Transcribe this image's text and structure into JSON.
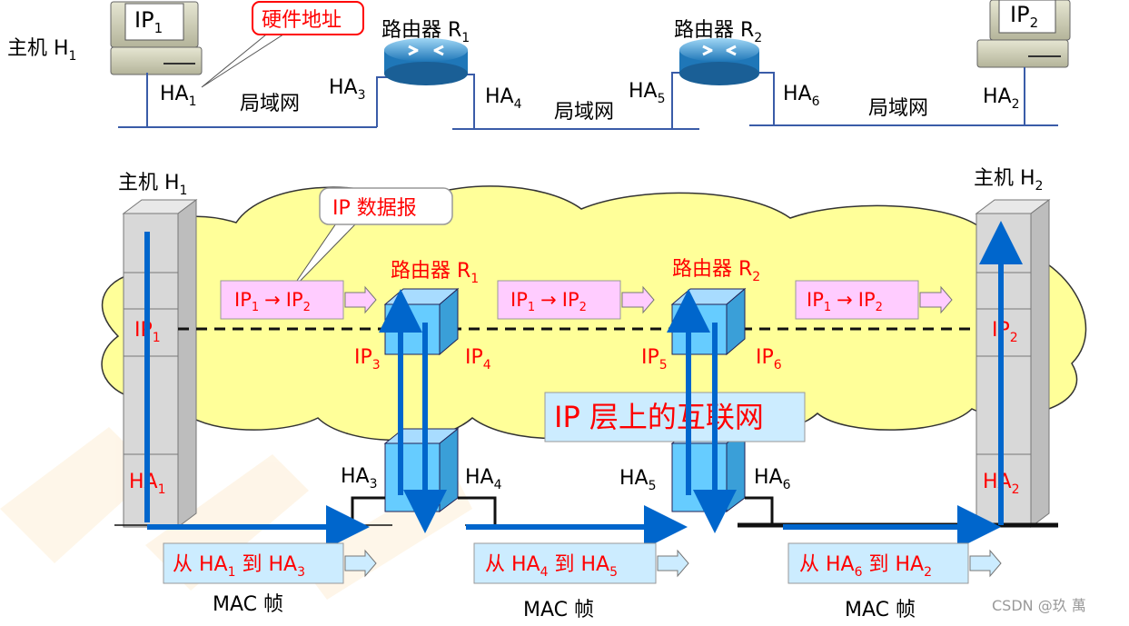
{
  "top": {
    "host1_label": "主机 H",
    "host1_sub": "1",
    "ip1": "IP",
    "ip1_sub": "1",
    "ip2": "IP",
    "ip2_sub": "2",
    "hw_callout": "硬件地址",
    "router1": "路由器 R",
    "router1_sub": "1",
    "router2": "路由器 R",
    "router2_sub": "2",
    "lan": "局域网",
    "ha": "HA",
    "ha1_sub": "1",
    "ha2_sub": "2",
    "ha3_sub": "3",
    "ha4_sub": "4",
    "ha5_sub": "5",
    "ha6_sub": "6"
  },
  "bottom": {
    "host1_label": "主机 H",
    "host1_sub": "1",
    "host2_label": "主机 H",
    "host2_sub": "2",
    "ip_callout": "IP 数据报",
    "router1": "路由器 R",
    "router1_sub": "1",
    "router2": "路由器 R",
    "router2_sub": "2",
    "dg_ip": "IP",
    "dg_sub_from": "1",
    "dg_arrow": "→",
    "dg_sub_to": "2",
    "ip_layer_title": "IP 层上的互联网",
    "ip": "IP",
    "ha": "HA",
    "ip1_sub": "1",
    "ip2_sub": "2",
    "ip3_sub": "3",
    "ip4_sub": "4",
    "ip5_sub": "5",
    "ip6_sub": "6",
    "ha1_sub": "1",
    "ha2_sub": "2",
    "ha3_sub": "3",
    "ha4_sub": "4",
    "ha5_sub": "5",
    "ha6_sub": "6",
    "mac_from": "从 HA",
    "mac_to": " 到 HA",
    "mac_frame": "MAC 帧",
    "frame1_from_sub": "1",
    "frame1_to_sub": "3",
    "frame2_from_sub": "4",
    "frame2_to_sub": "5",
    "frame3_from_sub": "6",
    "frame3_to_sub": "2"
  },
  "watermark": "CSDN @玖 萬",
  "colors": {
    "cloud_fill": "#ffff99",
    "accent_red": "#ff0000",
    "arrow_blue": "#0066cc",
    "datagram_fill": "#ffccff",
    "frame_fill": "#ccecff",
    "router_cube": "#66ccff"
  }
}
